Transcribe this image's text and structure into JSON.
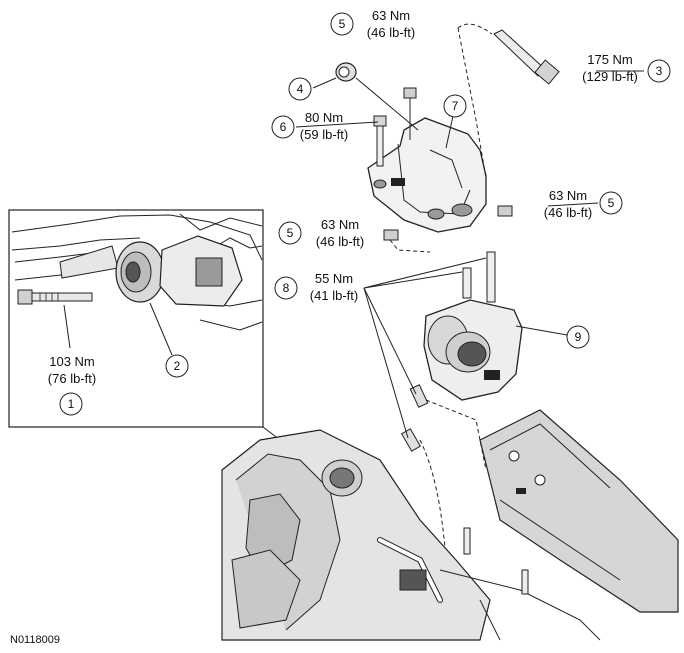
{
  "figure_id": "N0118009",
  "callouts": [
    {
      "num": "1",
      "line1": "103 Nm",
      "line2": "(76 lb-ft)"
    },
    {
      "num": "2",
      "line1": "",
      "line2": ""
    },
    {
      "num": "3",
      "line1": "175 Nm",
      "line2": "(129 lb-ft)"
    },
    {
      "num": "4",
      "line1": "",
      "line2": ""
    },
    {
      "num": "5",
      "line1": "63 Nm",
      "line2": "(46 lb-ft)"
    },
    {
      "num": "5",
      "line1": "63 Nm",
      "line2": "(46 lb-ft)"
    },
    {
      "num": "5",
      "line1": "63 Nm",
      "line2": "(46 lb-ft)"
    },
    {
      "num": "6",
      "line1": "80 Nm",
      "line2": "(59 lb-ft)"
    },
    {
      "num": "7",
      "line1": "",
      "line2": ""
    },
    {
      "num": "8",
      "line1": "55 Nm",
      "line2": "(41 lb-ft)"
    },
    {
      "num": "9",
      "line1": "",
      "line2": ""
    }
  ]
}
